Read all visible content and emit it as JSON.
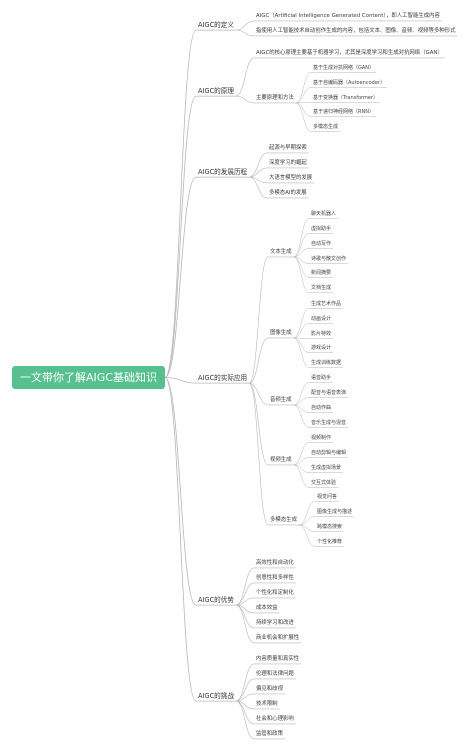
{
  "root": "一文带你了解AIGC基础知识",
  "branches": [
    {
      "label": "AIGC的定义",
      "children": [
        "AIGC（Artificial Intelligence Generated Content），即人工智能生成内容",
        "指使用人工智能技术自动创作生成的内容，包括文本、图像、音频、视频等多种形式"
      ]
    },
    {
      "label": "AIGC的原理",
      "children": [
        "AIGC的核心原理主要基于机器学习，尤其是深度学习和生成对抗网络（GAN）",
        {
          "label": "主要原理和方法",
          "children": [
            "基于生成对抗网络（GAN）",
            "基于自编码器（Autoencoder）",
            "基于变换器（Transformer）",
            "基于递归神经网络（RNN）",
            "多模态生成"
          ]
        }
      ]
    },
    {
      "label": "AIGC的发展历程",
      "children": [
        "起源与早期探索",
        "深度学习的崛起",
        "大语言模型的发展",
        "多模态AI的发展"
      ]
    },
    {
      "label": "AIGC的实际应用",
      "children": [
        {
          "label": "文本生成",
          "children": [
            "聊天机器人",
            "虚拟助手",
            "自动写作",
            "诗歌与散文创作",
            "新闻摘要",
            "文档生成"
          ]
        },
        {
          "label": "图像生成",
          "children": [
            "生成艺术作品",
            "动画设计",
            "影片特效",
            "游戏设计",
            "生成训练数据"
          ]
        },
        {
          "label": "音频生成",
          "children": [
            "语音助手",
            "配音与语音表演",
            "自动作曲",
            "音乐生成与混音"
          ]
        },
        {
          "label": "视频生成",
          "children": [
            "视频制作",
            "自动剪辑与编辑",
            "生成虚拟场景",
            "交互式体验"
          ]
        },
        {
          "label": "多模态生成",
          "children": [
            "视觉问答",
            "图像生成与描述",
            "跨模态搜索",
            "个性化推荐"
          ]
        }
      ]
    },
    {
      "label": "AIGC的优势",
      "children": [
        "高效性和自动化",
        "创意性和多样性",
        "个性化和定制化",
        "成本效益",
        "持续学习和改进",
        "商业机会和扩展性"
      ]
    },
    {
      "label": "AIGC的挑战",
      "children": [
        "内容质量和真实性",
        "伦理和法律问题",
        "偏见和歧视",
        "技术限制",
        "社会和心理影响",
        "监管和政策"
      ]
    }
  ]
}
